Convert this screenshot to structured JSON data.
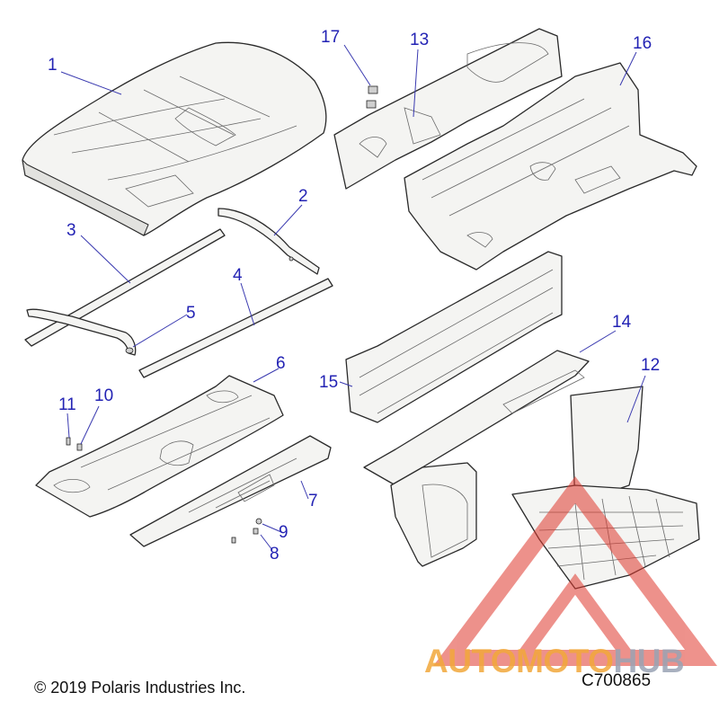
{
  "callouts": [
    "1",
    "2",
    "3",
    "4",
    "5",
    "6",
    "7",
    "8",
    "9",
    "10",
    "11",
    "12",
    "13",
    "14",
    "15",
    "16",
    "17"
  ],
  "copyright": "© 2019 Polaris Industries Inc.",
  "drawing_id": "C700865",
  "watermark": {
    "brand_part_a": "AUTOMOTO",
    "brand_part_b": "HUB",
    "color_a": "#f2a83a",
    "color_b": "#9aa3b4",
    "mark_color": "#e0392e"
  },
  "colors": {
    "callout": "#2323b4",
    "line": "#2a2a2a"
  }
}
